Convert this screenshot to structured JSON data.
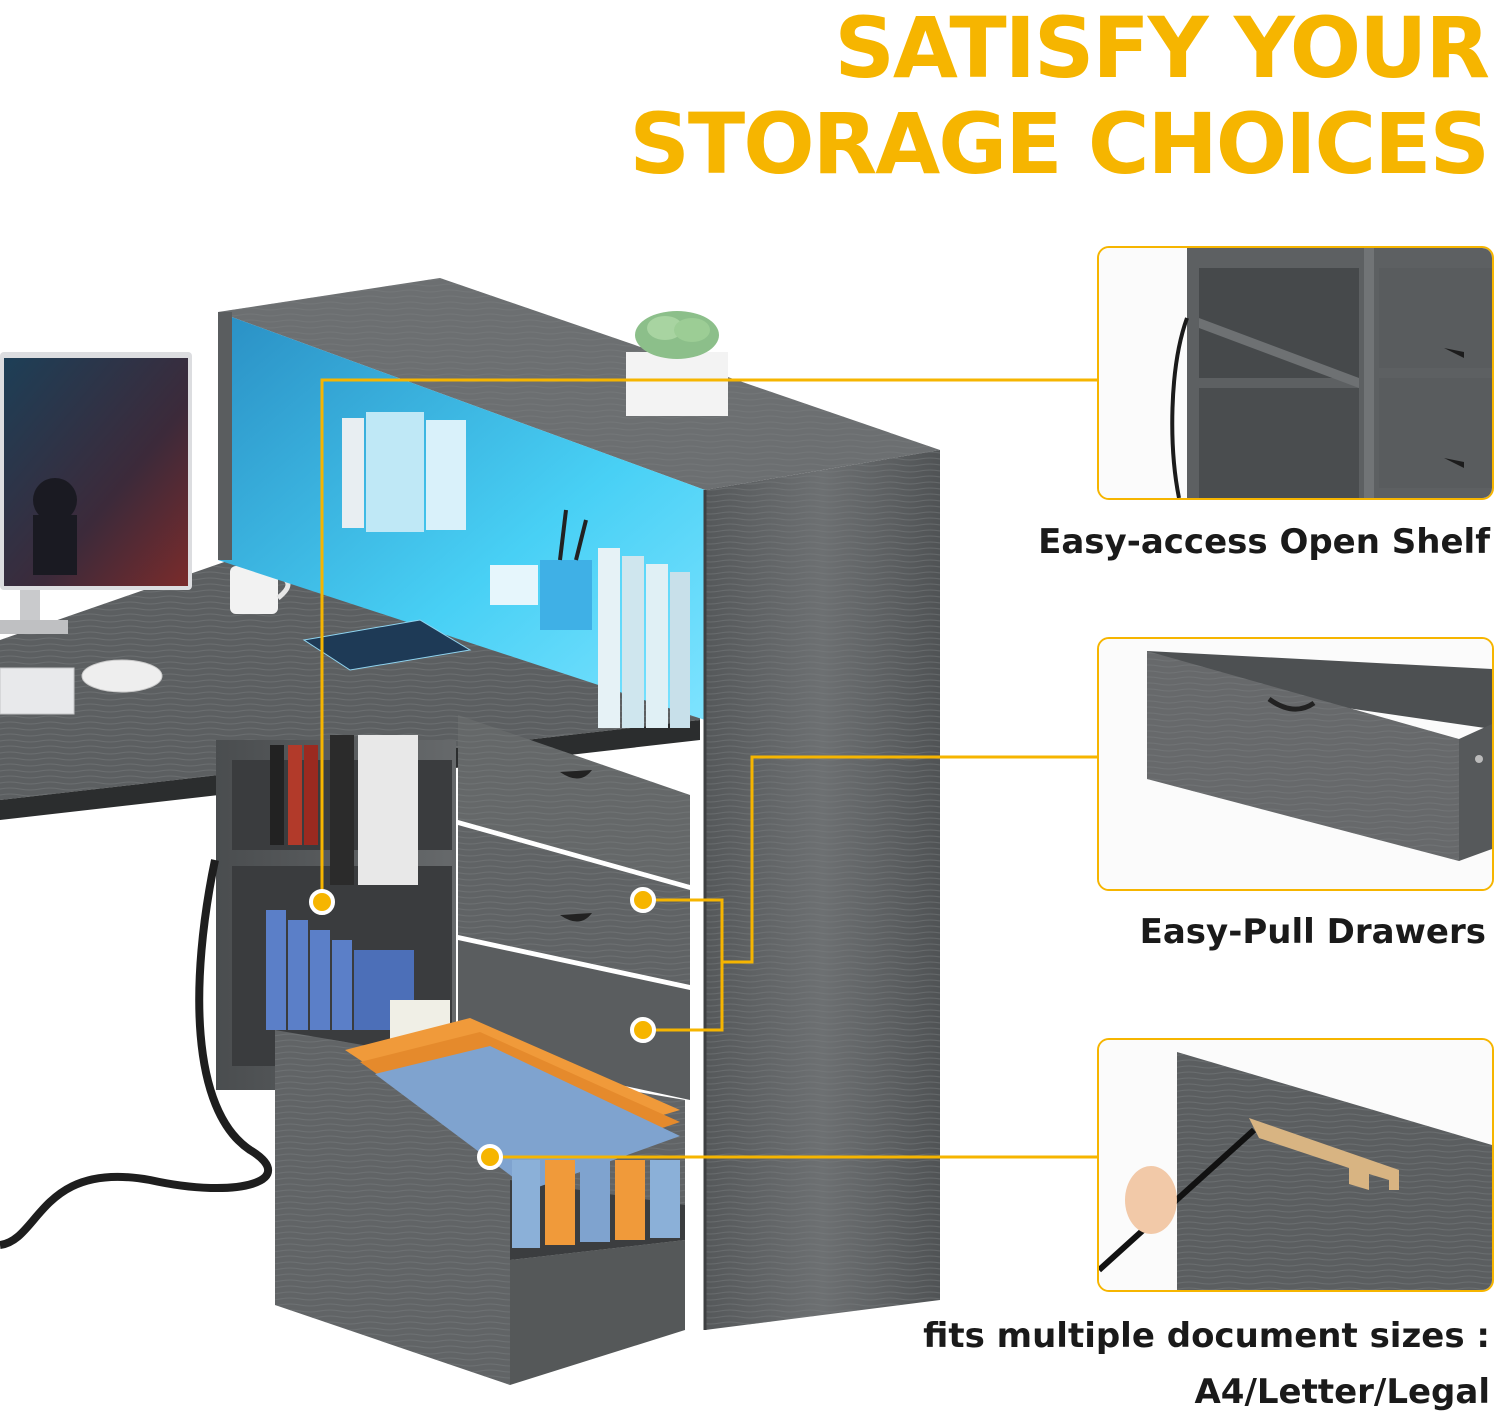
{
  "headline": {
    "line1": "SATISFY YOUR",
    "line2": "STORAGE CHOICES"
  },
  "features": [
    {
      "caption": "Easy-access Open Shelf"
    },
    {
      "caption": "Easy-Pull Drawers"
    },
    {
      "caption": "fits multiple document sizes :",
      "caption_line2": "A4/Letter/Legal"
    }
  ],
  "colors": {
    "accent": "#f6b500",
    "wood": "#5f6163",
    "led": "#3fc6f2"
  }
}
